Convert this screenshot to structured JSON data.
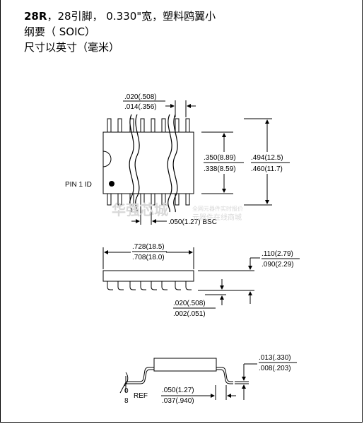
{
  "header": {
    "model": "28R",
    "title_rest": "，28引脚，  0.330\"宽，塑料鸥翼小",
    "line2": "纲要（  SOIC）",
    "line3": "尺寸以英寸（毫米）"
  },
  "top_view": {
    "lead_width_max": ".020(.508)",
    "lead_width_min": ".014(.356)",
    "body_width_max": ".350(8.89)",
    "body_width_min": ".338(8.59)",
    "overall_width_max": ".494(12.5)",
    "overall_width_min": ".460(11.7)",
    "pin1_label": "PIN 1 ID",
    "pitch": ".050(1.27) BSC"
  },
  "side_view": {
    "length_max": ".728(18.5)",
    "length_min": ".708(18.0)",
    "height_max": ".110(2.79)",
    "height_min": ".090(2.29)",
    "standoff_max": ".020(.508)",
    "standoff_min": ".002(.051)"
  },
  "end_view": {
    "lead_thick_max": ".013(.330)",
    "lead_thick_min": ".008(.203)",
    "angle_top": "0",
    "angle_bottom": "8",
    "ref_label": "REF",
    "foot_max": ".050(1.27)",
    "foot_min": ".037(.940)"
  },
  "watermark": {
    "brand": "华强芯城",
    "line1": "全网元器件实时报价",
    "line2": "元器件在线商城"
  }
}
